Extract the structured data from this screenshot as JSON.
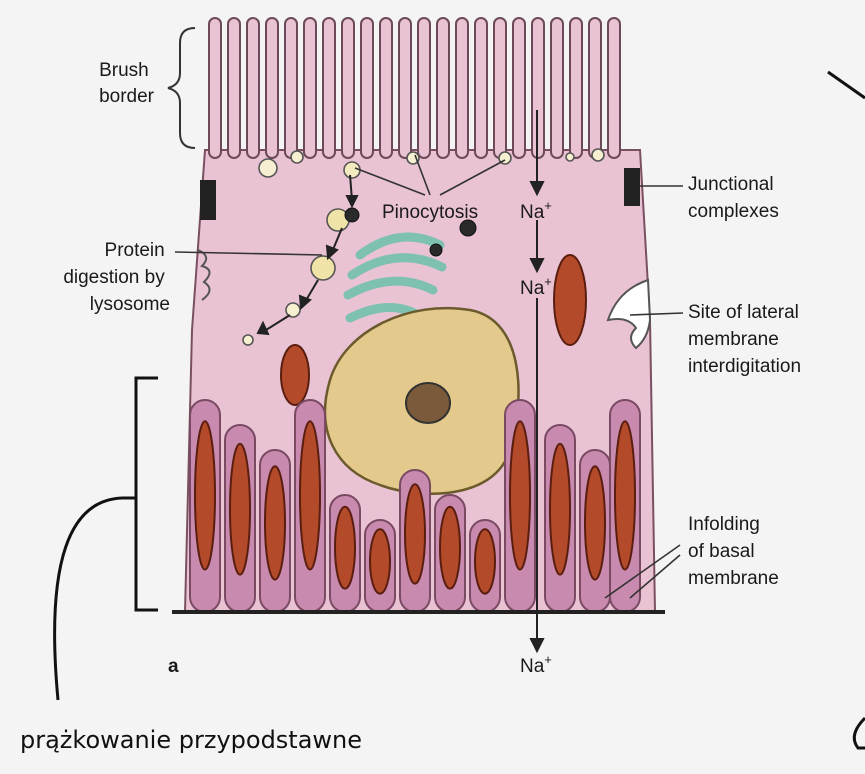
{
  "labels": {
    "brush_border_1": "Brush",
    "brush_border_2": "border",
    "pinocytosis": "Pinocytosis",
    "na_1": "Na",
    "na_2": "Na",
    "na_3": "Na",
    "na_sup": "+",
    "protein_1": "Protein",
    "protein_2": "digestion by",
    "protein_3": "lysosome",
    "junctional_1": "Junctional",
    "junctional_2": "complexes",
    "lateral_1": "Site of lateral",
    "lateral_2": "membrane",
    "lateral_3": "interdigitation",
    "infolding_1": "Infolding",
    "infolding_2": "of basal",
    "infolding_3": "membrane",
    "panel": "a"
  },
  "annotation": "prążkowanie przypodstawne",
  "colors": {
    "cytoplasm": "#e9c3d3",
    "mitochondria": "#b34a2a",
    "basal_fold": "#c98aaf",
    "nucleus": "#e3c98c",
    "golgi": "#a9dccf"
  }
}
